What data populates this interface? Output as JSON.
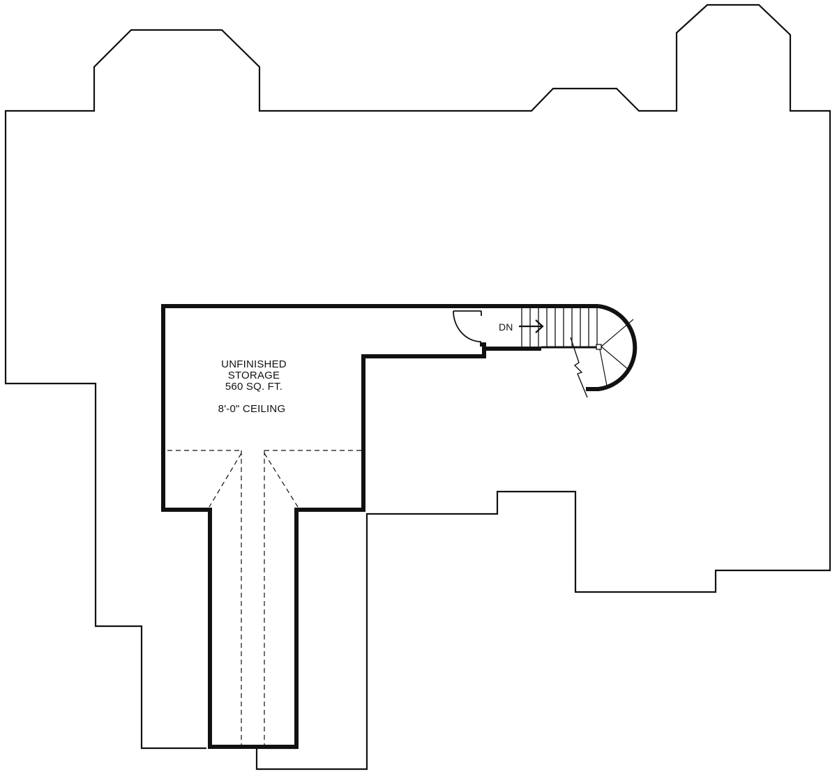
{
  "room": {
    "name_line1": "UNFINISHED",
    "name_line2": "STORAGE",
    "area": "560 SQ. FT.",
    "ceiling": "8'-0\" CEILING"
  },
  "stair": {
    "direction_label": "DN"
  },
  "colors": {
    "line": "#111111",
    "background": "#ffffff"
  }
}
